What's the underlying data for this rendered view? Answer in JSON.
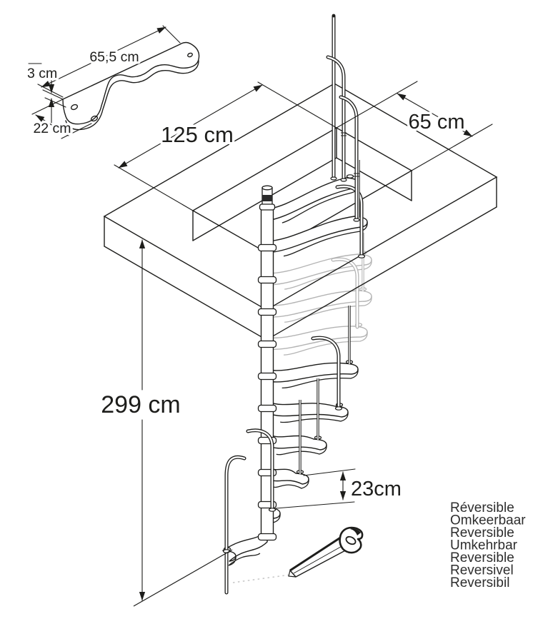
{
  "colors": {
    "line": "#1d1d1b",
    "hidden": "#b4b4b4",
    "dotted": "#c9c9c9",
    "background": "#ffffff"
  },
  "tread_detail": {
    "length": "65,5 cm",
    "thickness": "3 cm",
    "width": "22 cm"
  },
  "dimensions": {
    "opening_length": "125 cm",
    "opening_width": "65 cm",
    "total_height": "299 cm",
    "step_rise": "23cm"
  },
  "reversible_labels": [
    "Réversible",
    "Omkeerbaar",
    "Reversible",
    "Umkehrbar",
    "Reversible",
    "Reversivel",
    "Reversibil"
  ],
  "icons": {
    "saw": "saw-icon"
  }
}
